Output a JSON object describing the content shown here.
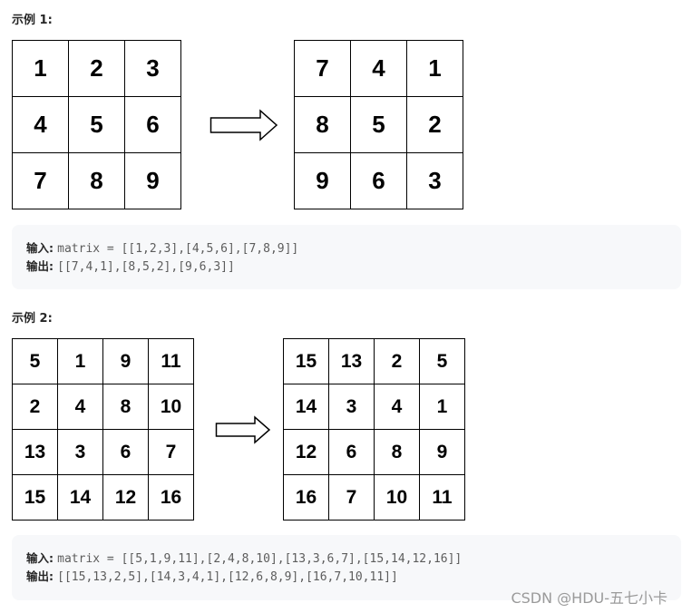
{
  "example1": {
    "heading": "示例 1:",
    "input_grid": [
      [
        "1",
        "2",
        "3"
      ],
      [
        "4",
        "5",
        "6"
      ],
      [
        "7",
        "8",
        "9"
      ]
    ],
    "output_grid": [
      [
        "7",
        "4",
        "1"
      ],
      [
        "8",
        "5",
        "2"
      ],
      [
        "9",
        "6",
        "3"
      ]
    ],
    "input_label": "输入:",
    "input_text": "matrix = [[1,2,3],[4,5,6],[7,8,9]]",
    "output_label": "输出:",
    "output_text": "[[7,4,1],[8,5,2],[9,6,3]]"
  },
  "example2": {
    "heading": "示例 2:",
    "input_grid": [
      [
        "5",
        "1",
        "9",
        "11"
      ],
      [
        "2",
        "4",
        "8",
        "10"
      ],
      [
        "13",
        "3",
        "6",
        "7"
      ],
      [
        "15",
        "14",
        "12",
        "16"
      ]
    ],
    "output_grid": [
      [
        "15",
        "13",
        "2",
        "5"
      ],
      [
        "14",
        "3",
        "4",
        "1"
      ],
      [
        "12",
        "6",
        "8",
        "9"
      ],
      [
        "16",
        "7",
        "10",
        "11"
      ]
    ],
    "input_label": "输入:",
    "input_text": "matrix = [[5,1,9,11],[2,4,8,10],[13,3,6,7],[15,14,12,16]]",
    "output_label": "输出:",
    "output_text": "[[15,13,2,5],[14,3,4,1],[12,6,8,9],[16,7,10,11]]"
  },
  "watermark": "CSDN @HDU-五七小卡",
  "icons": {
    "arrow": "right-arrow-icon"
  }
}
